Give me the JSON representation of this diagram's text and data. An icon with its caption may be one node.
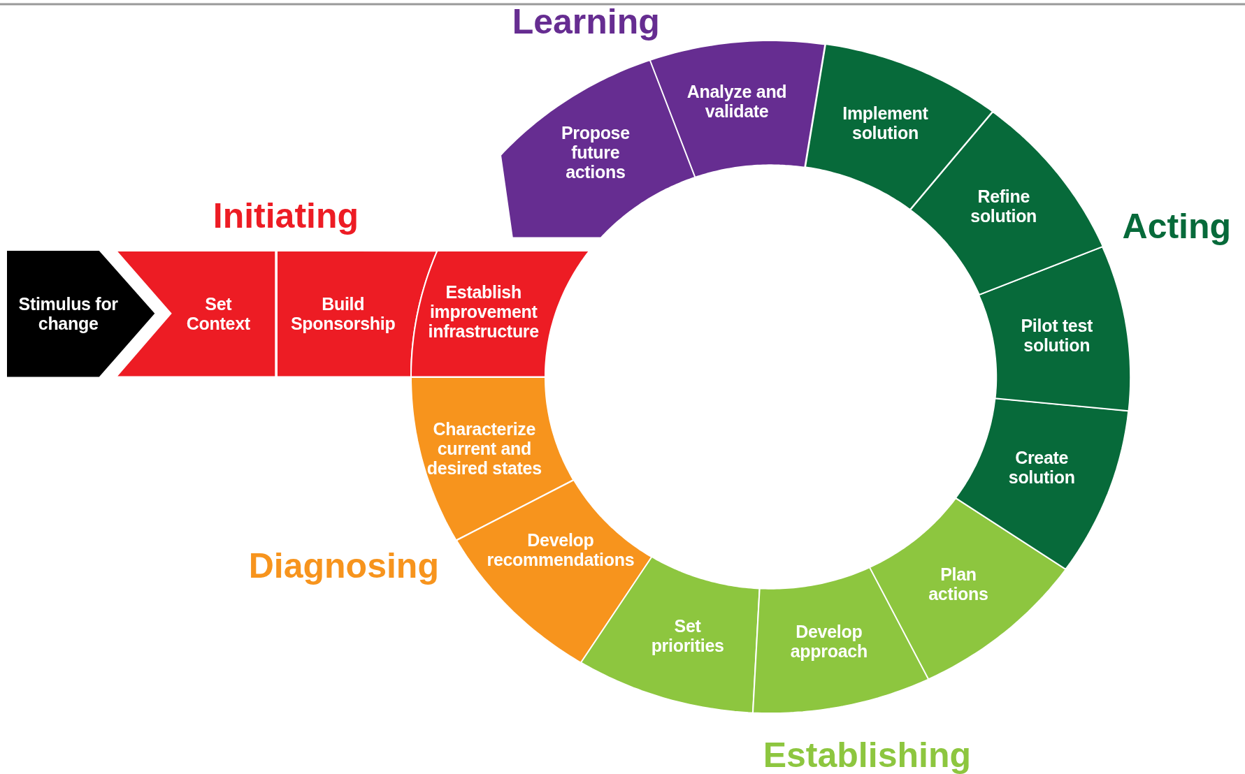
{
  "diagram": {
    "nodes": [
      {
        "text": [
          "Stimulus for change"
        ]
      },
      {
        "text": [
          "Set Context"
        ]
      },
      {
        "text": [
          "Build Sponsorship"
        ]
      },
      {
        "text": [
          "Establish improvement infrastructure"
        ]
      },
      {
        "text": [
          "Characterize current and desired states"
        ]
      },
      {
        "text": [
          "Develop recommendations"
        ]
      },
      {
        "text": [
          "Set priorities"
        ]
      },
      {
        "text": [
          "Develop approach"
        ]
      },
      {
        "text": [
          "Plan actions"
        ]
      },
      {
        "text": [
          "Create solution"
        ]
      },
      {
        "text": [
          "Pilot test solution"
        ]
      },
      {
        "text": [
          "Refine solution"
        ]
      },
      {
        "text": [
          "Implement solution"
        ]
      },
      {
        "text": [
          "Analyze and validate"
        ]
      },
      {
        "text": [
          "Propose future actions"
        ]
      }
    ],
    "labels": [
      "Learning",
      "Initiating",
      "Acting",
      "Diagnosing",
      "Establishing"
    ]
  }
}
